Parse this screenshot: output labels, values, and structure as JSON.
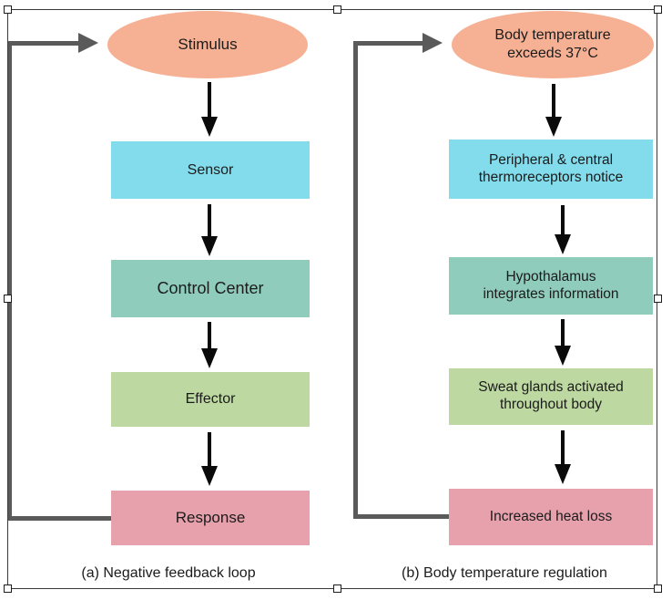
{
  "figure": {
    "background": "#ffffff",
    "frame_color": "#3a3a3a",
    "arrow_color": "#0a0a0a",
    "loop_color": "#5a5a5a"
  },
  "palette": {
    "stimulus": "#F6B194",
    "sensor": "#82DCEC",
    "control": "#8FCCBC",
    "effector": "#BDD9A1",
    "response": "#E7A1AD"
  },
  "panel_a": {
    "caption": "(a) Negative feedback loop",
    "nodes": {
      "stimulus": "Stimulus",
      "sensor": "Sensor",
      "control": "Control Center",
      "effector": "Effector",
      "response": "Response"
    }
  },
  "panel_b": {
    "caption": "(b) Body temperature regulation",
    "nodes": {
      "stimulus": "Body temperature\nexceeds 37°C",
      "sensor": "Peripheral & central\nthermoreceptors  notice",
      "control": "Hypothalamus\nintegrates  information",
      "effector": "Sweat glands activated\nthroughout  body",
      "response": "Increased heat loss"
    }
  }
}
